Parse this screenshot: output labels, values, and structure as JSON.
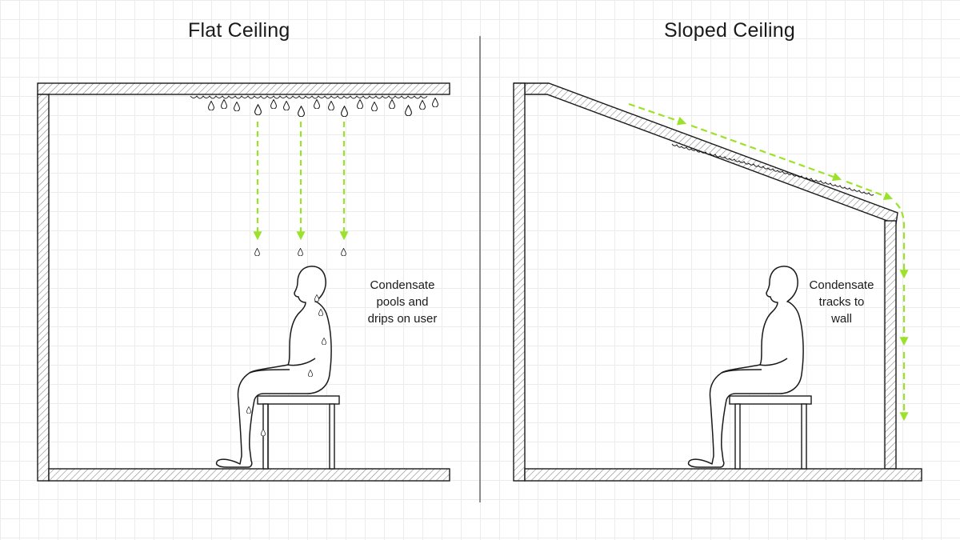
{
  "panels": {
    "left": {
      "title": "Flat Ceiling",
      "callout": [
        "Condensate",
        "pools and",
        "drips on user"
      ]
    },
    "right": {
      "title": "Sloped Ceiling",
      "callout": [
        "Condensate",
        "tracks to",
        "wall"
      ]
    }
  },
  "colors": {
    "line": "#1a1a1a",
    "hatch": "#8a8a8a",
    "flow_arrow": "#9be22b",
    "divider": "#555555",
    "grid": "#ececec"
  }
}
